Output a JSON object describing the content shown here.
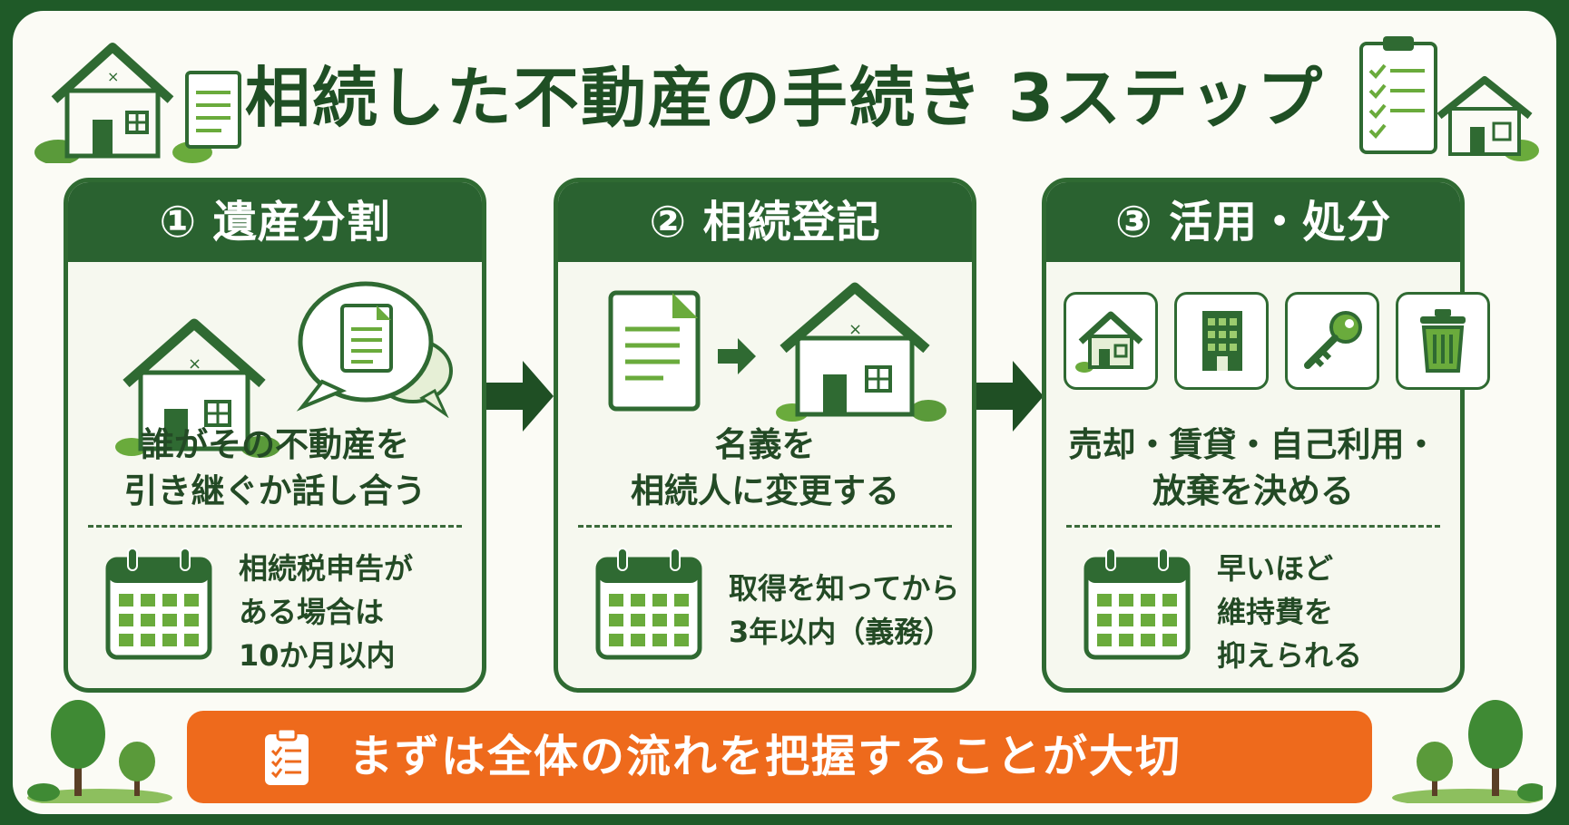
{
  "title": "相続した不動産の手続き 3ステップ",
  "steps": [
    {
      "heading": "① 遺産分割",
      "desc_line1": "誰がその不動産を",
      "desc_line2": "引き継ぐか話し合う",
      "note_line1": "相続税申告が",
      "note_line2": "ある場合は",
      "note_line3": "10か月以内"
    },
    {
      "heading": "② 相続登記",
      "desc_line1": "名義を",
      "desc_line2": "相続人に変更する",
      "note_line1": "取得を知ってから",
      "note_line2": "3年以内（義務）"
    },
    {
      "heading": "③ 活用・処分",
      "desc_line1": "売却・賃貸・自己利用・",
      "desc_line2": "放棄を決める",
      "note_line1": "早いほど",
      "note_line2": "維持費を",
      "note_line3": "抑えられる"
    }
  ],
  "banner": "まずは全体の流れを把握することが大切",
  "icons": {
    "step1": [
      "house-icon",
      "document-speech-bubble-icon"
    ],
    "step2": [
      "document-icon",
      "arrow-right-icon",
      "house-icon"
    ],
    "step3": [
      "house-tile-icon",
      "building-tile-icon",
      "key-tile-icon",
      "trash-tile-icon"
    ],
    "timing": "calendar-icon",
    "banner": "clipboard-checklist-icon"
  },
  "colors": {
    "frame": "#1f5a28",
    "heading_bg": "#2a6230",
    "text": "#234a25",
    "accent_green": "#6aab3c",
    "banner": "#ee6a1c"
  }
}
